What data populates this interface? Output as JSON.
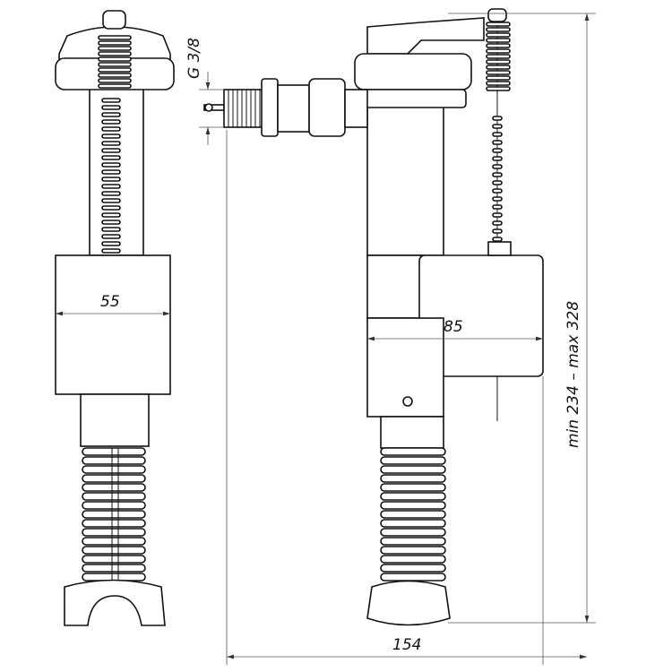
{
  "dimensions": {
    "thread": "G 3/8",
    "left_width": "55",
    "right_width": "85",
    "overall_width": "154",
    "height_range": "min 234 – max 328"
  }
}
